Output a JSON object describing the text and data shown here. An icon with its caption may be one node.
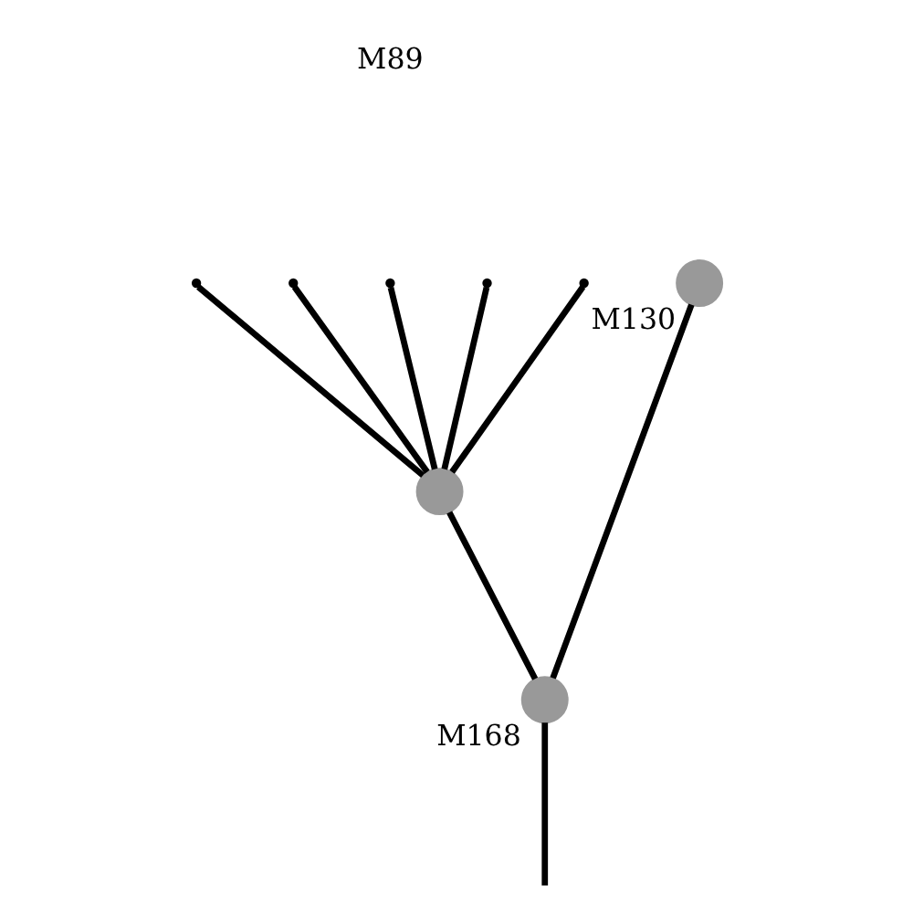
{
  "diagram": {
    "nodes": [
      {
        "text": [],
        "shape": "circle",
        "beside": [
          "M168"
        ]
      },
      {
        "text": [],
        "shape": "circle"
      },
      {
        "text": [],
        "shape": "circle",
        "beside": [
          "M130"
        ]
      },
      {
        "text": [],
        "shape": "point"
      },
      {
        "text": [],
        "shape": "point"
      },
      {
        "text": [],
        "shape": "point"
      },
      {
        "text": [],
        "shape": "point"
      },
      {
        "text": [],
        "shape": "point"
      }
    ],
    "edges": [
      {
        "from": null,
        "to": 0,
        "arrow": "none"
      },
      {
        "from": 0,
        "to": 1,
        "arrow": "none"
      },
      {
        "from": 0,
        "to": 2,
        "arrow": "none"
      },
      {
        "from": 1,
        "to": 3,
        "arrow": "none"
      },
      {
        "from": 1,
        "to": 4,
        "arrow": "none"
      },
      {
        "from": 1,
        "to": 5,
        "arrow": "none"
      },
      {
        "from": 1,
        "to": 6,
        "arrow": "none"
      },
      {
        "from": 1,
        "to": 7,
        "arrow": "none"
      }
    ],
    "labels": [
      "M89"
    ]
  }
}
